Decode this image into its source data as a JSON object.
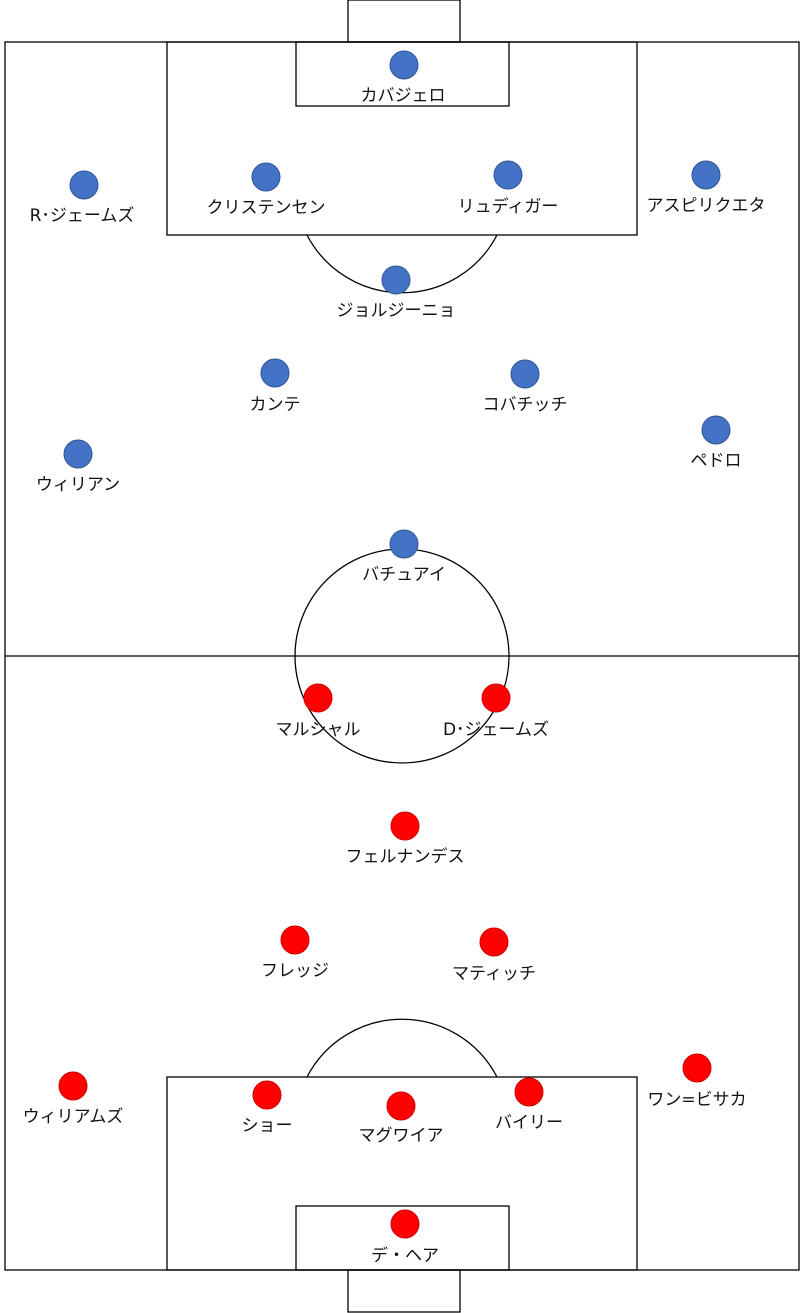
{
  "team_colors": {
    "home": "#4472C4",
    "away": "#FF0000"
  },
  "players": {
    "home": [
      {
        "name": "カバジェロ"
      },
      {
        "name": "R･ジェームズ"
      },
      {
        "name": "クリステンセン"
      },
      {
        "name": "リュディガー"
      },
      {
        "name": "アスピリクエタ"
      },
      {
        "name": "ジョルジーニョ"
      },
      {
        "name": "カンテ"
      },
      {
        "name": "コバチッチ"
      },
      {
        "name": "ウィリアン"
      },
      {
        "name": "ペドロ"
      },
      {
        "name": "バチュアイ"
      }
    ],
    "away": [
      {
        "name": "マルシャル"
      },
      {
        "name": "D･ジェームズ"
      },
      {
        "name": "フェルナンデス"
      },
      {
        "name": "フレッジ"
      },
      {
        "name": "マティッチ"
      },
      {
        "name": "ウィリアムズ"
      },
      {
        "name": "ショー"
      },
      {
        "name": "マグワイア"
      },
      {
        "name": "バイリー"
      },
      {
        "name": "ワン=ビサカ"
      },
      {
        "name": "デ・ヘア"
      }
    ]
  }
}
